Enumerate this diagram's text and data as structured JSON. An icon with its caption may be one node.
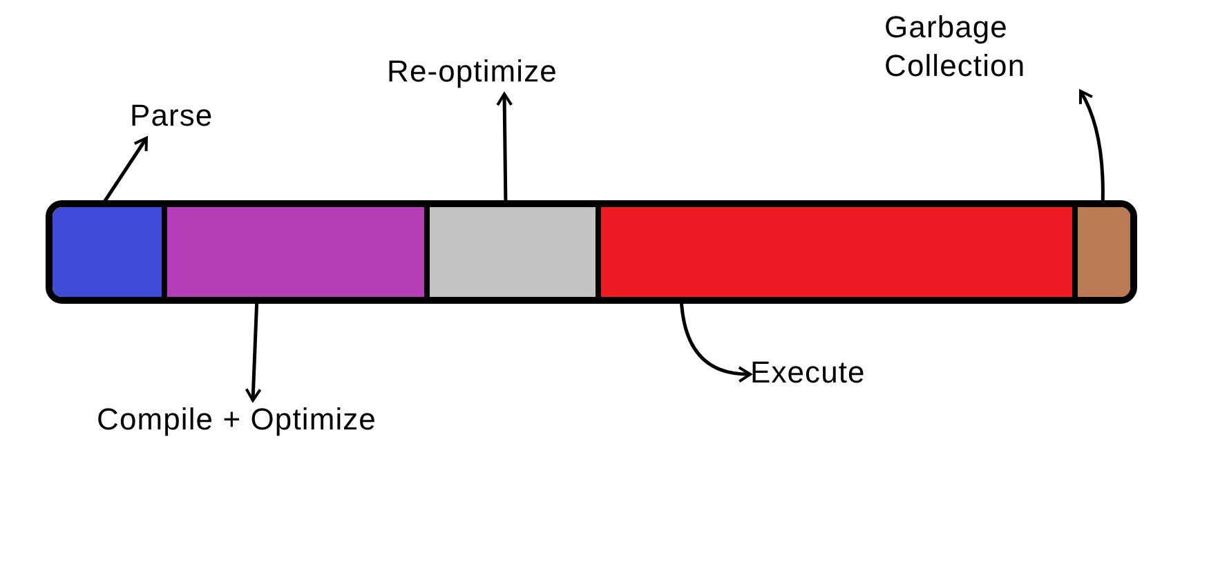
{
  "diagram": {
    "nodes": [
      {
        "text": [],
        "shape": "bar"
      },
      {
        "text": [],
        "shape": "box",
        "in": 0
      },
      {
        "text": [],
        "shape": "box",
        "in": 0
      },
      {
        "text": [],
        "shape": "box",
        "in": 0
      },
      {
        "text": [],
        "shape": "box",
        "in": 0
      },
      {
        "text": [],
        "shape": "box",
        "in": 0
      },
      {
        "text": [
          "Parse"
        ]
      },
      {
        "text": [
          "Compile + Optimize"
        ]
      },
      {
        "text": [
          "Re-optimize"
        ]
      },
      {
        "text": [
          "Execute"
        ]
      },
      {
        "text": [
          "Garbage Collection"
        ]
      }
    ],
    "edges": [
      {
        "from": 1,
        "to": 6,
        "arrow": "to"
      },
      {
        "from": 2,
        "to": 7,
        "arrow": "to"
      },
      {
        "from": 3,
        "to": 8,
        "arrow": "to"
      },
      {
        "from": 4,
        "to": 9,
        "arrow": "to"
      },
      {
        "from": 5,
        "to": 10,
        "arrow": "to"
      }
    ]
  }
}
